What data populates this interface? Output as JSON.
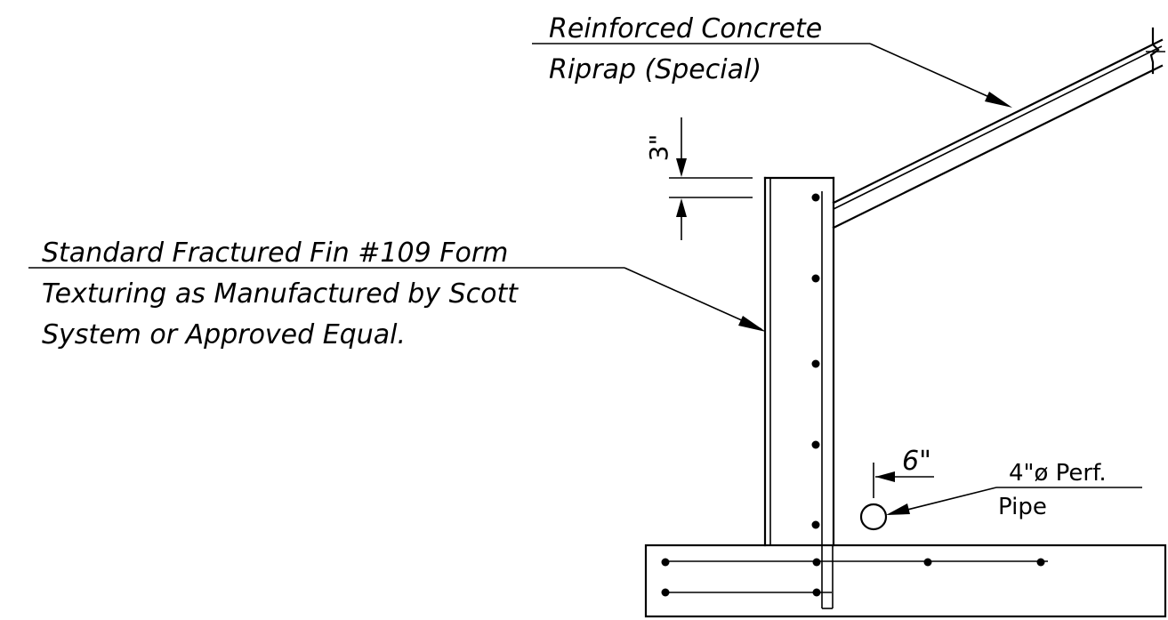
{
  "notes": {
    "riprap_line1": "Reinforced Concrete",
    "riprap_line2": "Riprap (Special)",
    "fin_line1": "Standard Fractured Fin #109 Form",
    "fin_line2": "Texturing as Manufactured by Scott",
    "fin_line3": "System or Approved Equal.",
    "pipe_line1": "4\"ø   Perf.",
    "pipe_line2": "Pipe"
  },
  "dimensions": {
    "top_offset": "3\"",
    "pipe_offset": "6\""
  },
  "colors": {
    "linework": "#000000",
    "background": "#ffffff"
  }
}
